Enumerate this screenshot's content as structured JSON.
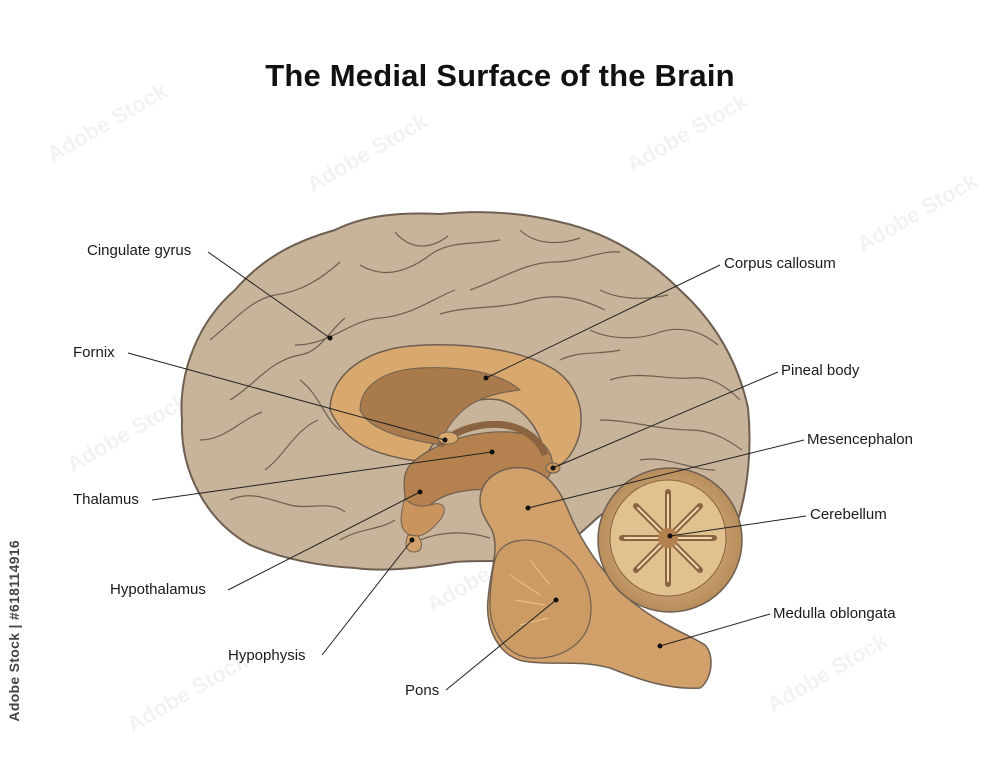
{
  "title": "The Medial Surface of the Brain",
  "side_text": "Adobe Stock | #618114916",
  "labels": {
    "cingulate_gyrus": "Cingulate gyrus",
    "fornix": "Fornix",
    "thalamus": "Thalamus",
    "hypothalamus": "Hypothalamus",
    "hypophysis": "Hypophysis",
    "pons": "Pons",
    "corpus_callosum": "Corpus callosum",
    "pineal_body": "Pineal body",
    "mesencephalon": "Mesencephalon",
    "cerebellum": "Cerebellum",
    "medulla_oblongata": "Medulla oblongata"
  },
  "colors": {
    "cerebrum": "#c8b39b",
    "cerebrum_outline": "#6e5f51",
    "corpus_callosum": "#d9a86f",
    "ventricle": "#a87a4c",
    "brainstem": "#d2a06a",
    "thalamus": "#b5814e",
    "cerebellum": "#d4b27e",
    "leader_line": "#222222"
  }
}
